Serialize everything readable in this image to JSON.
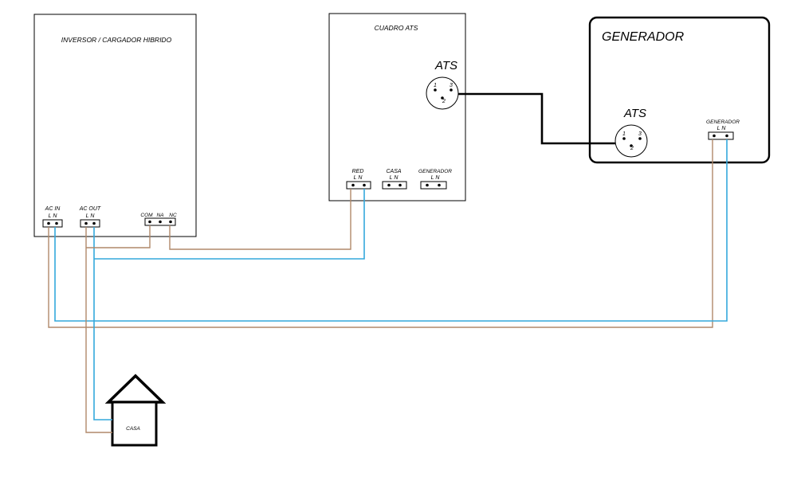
{
  "inverter": {
    "title": "INVERSOR / CARGADOR HIBRIDO",
    "ac_in": {
      "label": "AC IN",
      "pins": "L   N"
    },
    "ac_out": {
      "label": "AC OUT",
      "pins": "L   N"
    },
    "relay": {
      "com": "COM",
      "na": "NA",
      "nc": "NC"
    }
  },
  "cuadro_ats": {
    "title": "CUADRO ATS",
    "ats_label": "ATS",
    "ats_pins": {
      "p1": "1",
      "p2": "2",
      "p3": "3"
    },
    "red": {
      "label": "RED",
      "pins": "L   N"
    },
    "casa": {
      "label": "CASA",
      "pins": "L   N"
    },
    "generador": {
      "label": "GENERADOR",
      "pins": "L   N"
    }
  },
  "generator": {
    "title": "GENERADOR",
    "ats_label": "ATS",
    "ats_pins": {
      "p1": "1",
      "p2": "2",
      "p3": "3"
    },
    "terminal": {
      "label": "GENERADOR",
      "pins": "L   N"
    }
  },
  "house": {
    "label": "CASA"
  },
  "colors": {
    "line_wire": "#b0886a",
    "neutral_wire": "#34a8dc",
    "control_cable": "#000000"
  }
}
